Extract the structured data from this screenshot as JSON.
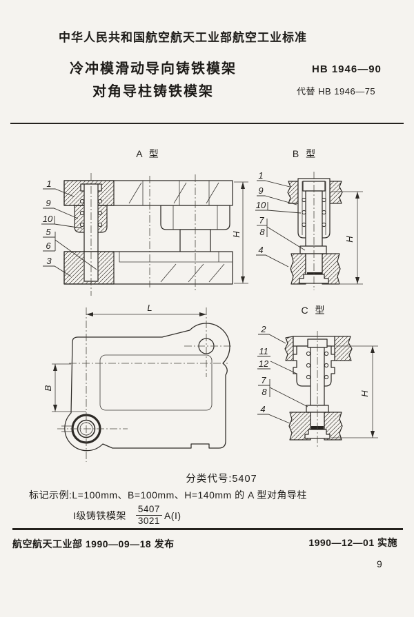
{
  "header": {
    "standard_header": "中华人民共和国航空航天工业部航空工业标准"
  },
  "title": {
    "line1": "冷冲模滑动导向铸铁模架",
    "line2": "对角导柱铸铁模架",
    "standard_no": "HB 1946—90",
    "replaces": "代替 HB 1946—75"
  },
  "drawings": {
    "type_a": {
      "caption": "A 型",
      "labels": [
        "1",
        "9",
        "10",
        "5",
        "6",
        "3"
      ],
      "dim_h": "H"
    },
    "type_b": {
      "caption": "B 型",
      "labels": [
        "1",
        "9",
        "10",
        "7",
        "8",
        "4"
      ],
      "dim_h": "H"
    },
    "type_c": {
      "caption": "C 型",
      "labels": [
        "2",
        "11",
        "12",
        "7",
        "8",
        "4"
      ],
      "dim_h": "H"
    },
    "plan": {
      "dim_l": "L",
      "dim_b": "B"
    }
  },
  "notes": {
    "class_code": "分类代号:5407",
    "example_line1": "标记示例:L=100mm、B=100mm、H=140mm 的 A 型对角导柱",
    "example_line2_prefix": "I级铸铁模架",
    "code_numerator": "5407",
    "code_denominator": "3021",
    "code_suffix": "A(I)"
  },
  "footer": {
    "issued": "航空航天工业部 1990—09—18 发布",
    "implemented": "1990—12—01 实施",
    "page_number": "9"
  }
}
